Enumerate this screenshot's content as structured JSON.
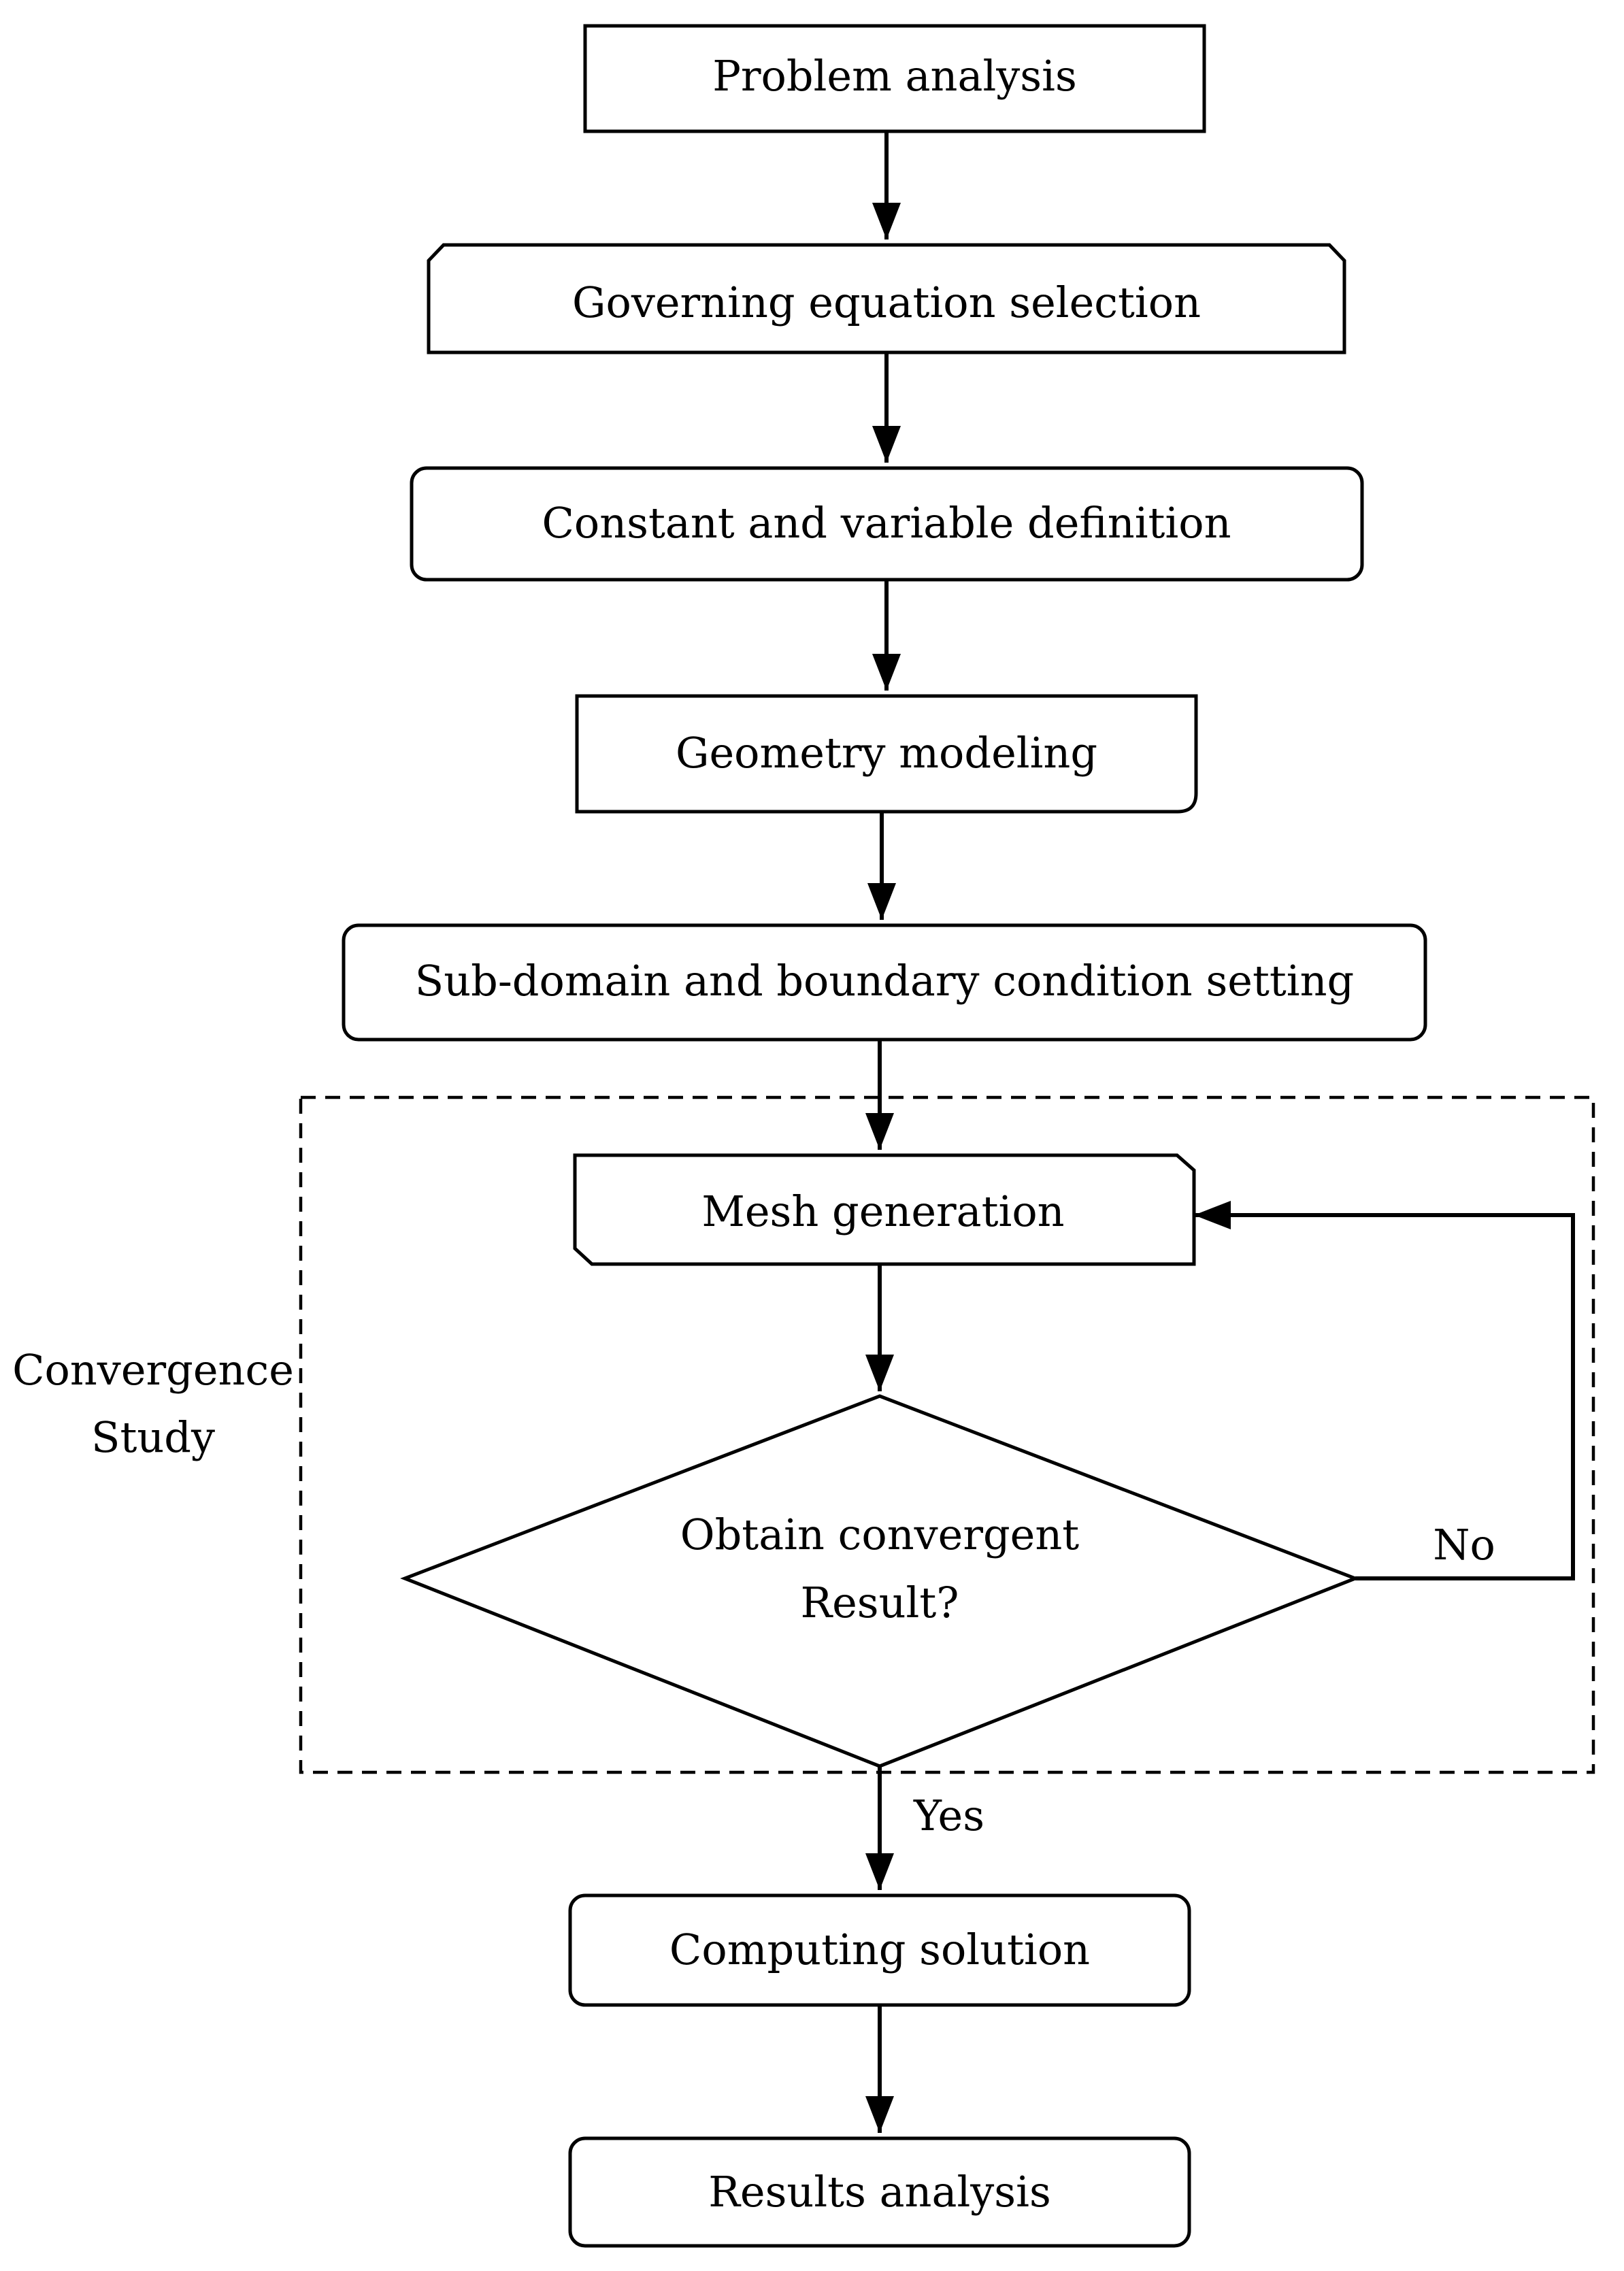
{
  "nodes": {
    "problem_analysis": "Problem analysis",
    "governing_equation": "Governing equation selection",
    "constant_variable": "Constant and variable definition",
    "geometry_modeling": "Geometry modeling",
    "subdomain_boundary": "Sub-domain and boundary condition setting",
    "mesh_generation": "Mesh generation",
    "decision_line1": "Obtain convergent",
    "decision_line2": "Result?",
    "computing_solution": "Computing solution",
    "results_analysis": "Results analysis"
  },
  "group": {
    "label_line1": "Convergence",
    "label_line2": "Study"
  },
  "edges": {
    "no_label": "No",
    "yes_label": "Yes"
  },
  "colors": {
    "stroke": "#000000",
    "background": "#ffffff"
  }
}
